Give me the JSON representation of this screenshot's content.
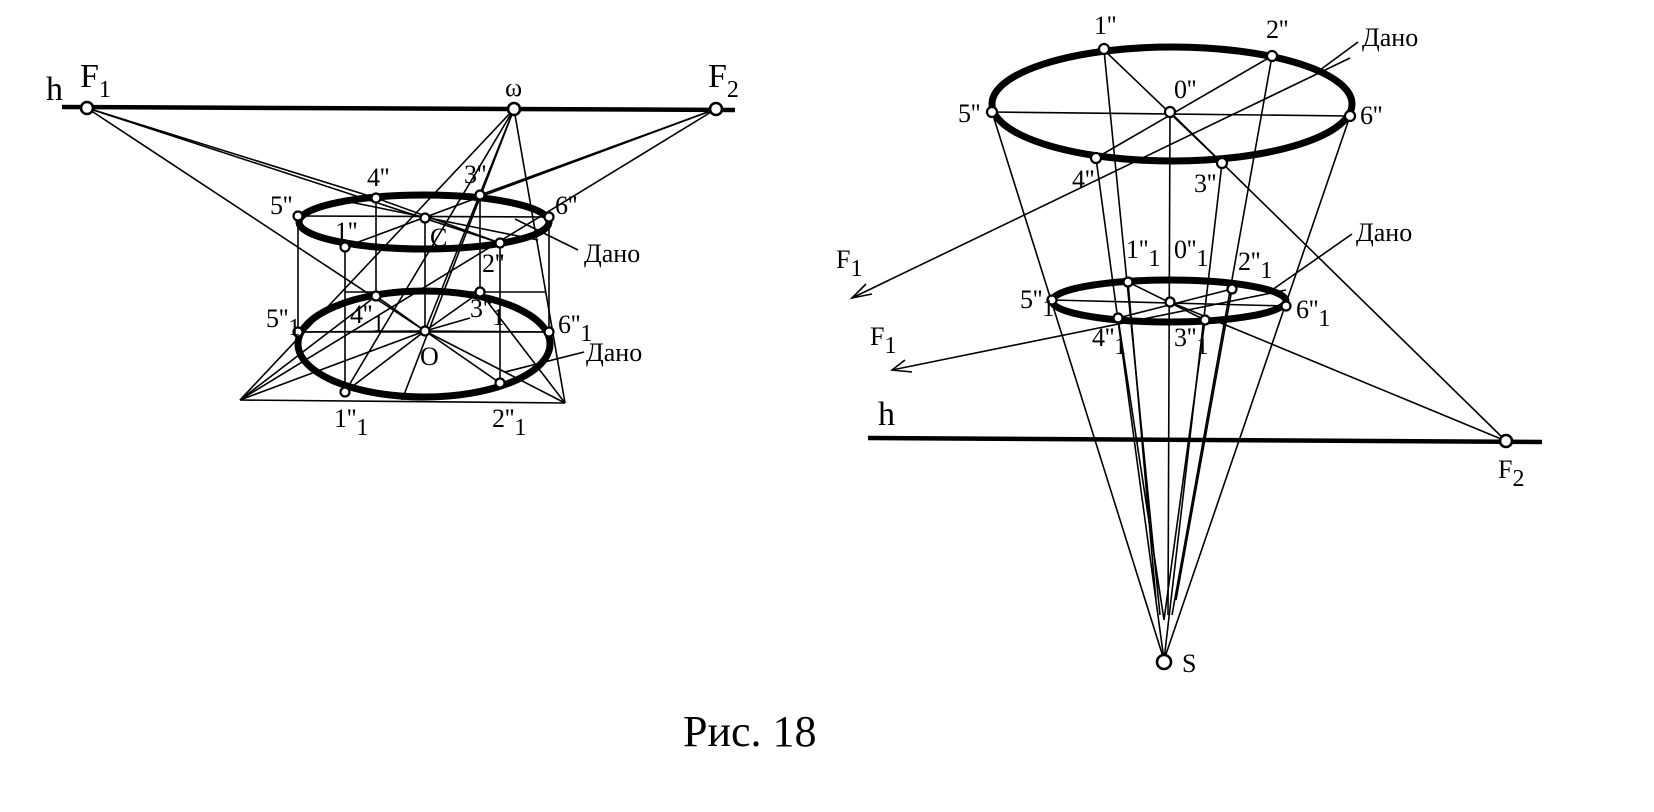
{
  "caption": "Рис. 18",
  "left": {
    "horizon": "h",
    "vp1": "F",
    "vp1_sub": "1",
    "vp2": "F",
    "vp2_sub": "2",
    "omega": "ω",
    "p4": "4''",
    "p3": "3''",
    "p5": "5''",
    "p6": "6''",
    "p1": "1''",
    "center_c": "C",
    "p2": "2''",
    "given_top": "Дано",
    "p5_1": "5''",
    "p5_1_sub": "1",
    "p4_1": "4''",
    "p4_1_sub": "1",
    "p3_1": "3''",
    "p3_1_sub": "1",
    "p6_1": "6''",
    "p6_1_sub": "1",
    "given_bottom": "Дано",
    "center_o": "O",
    "p1_1": "1''",
    "p1_1_sub": "1",
    "p2_1": "2''",
    "p2_1_sub": "1"
  },
  "right": {
    "p1": "1''",
    "p2": "2''",
    "given_top": "Дано",
    "p0": "0''",
    "p5": "5''",
    "p6": "6''",
    "p4": "4''",
    "p3": "3''",
    "vp1a": "F",
    "vp1a_sub": "1",
    "p1_1": "1''",
    "p1_1_sub": "1",
    "p0_1": "0''",
    "p0_1_sub": "1",
    "p2_1": "2''",
    "p2_1_sub": "1",
    "given_mid": "Дано",
    "p5_1": "5''",
    "p5_1_sub": "1",
    "p6_1": "6''",
    "p6_1_sub": "1",
    "vp1b": "F",
    "vp1b_sub": "1",
    "p4_1": "4''",
    "p4_1_sub": "1",
    "p3_1": "3''",
    "p3_1_sub": "1",
    "horizon": "h",
    "vp2": "F",
    "vp2_sub": "2",
    "station": "S"
  }
}
